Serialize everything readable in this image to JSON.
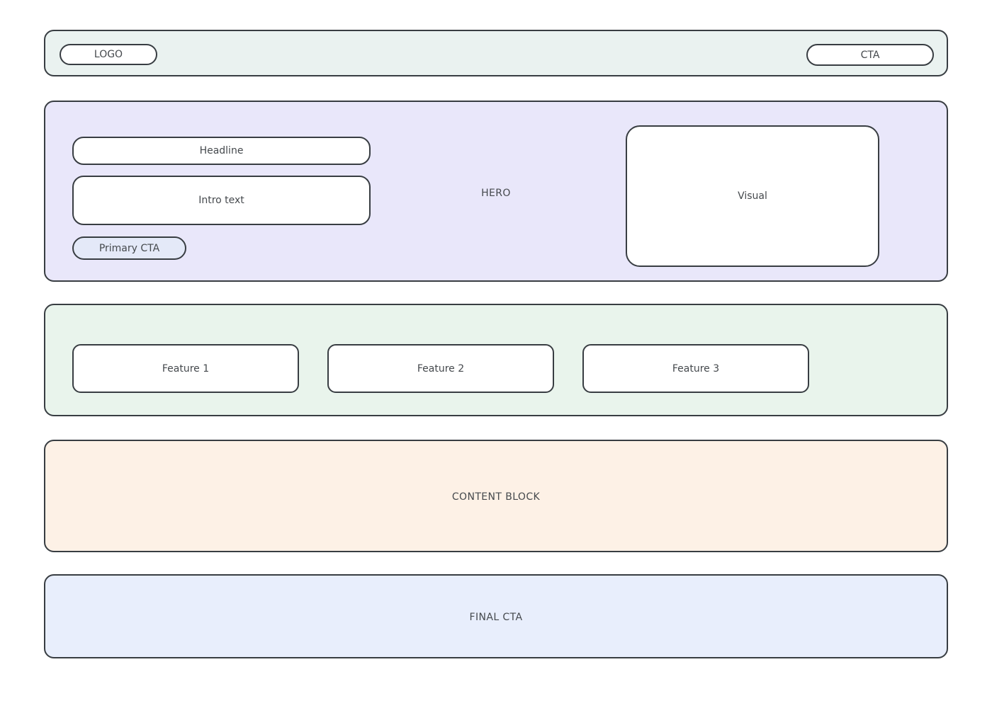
{
  "colors": {
    "page_bg": "#ffffff",
    "border": "#383d42",
    "text": "#45494d",
    "header_bg": "#eaf2f0",
    "hero_bg": "#e9e7fa",
    "primary_cta_bg": "#e4e9f8",
    "features_bg": "#e9f4ec",
    "content_block_bg": "#fdf1e6",
    "final_cta_bg": "#e8eefc",
    "placeholder_box_bg": "#ffffff"
  },
  "header": {
    "logo_label": "LOGO",
    "cta_label": "CTA"
  },
  "hero": {
    "section_label": "HERO",
    "headline_label": "Headline",
    "intro_label": "Intro text",
    "primary_cta_label": "Primary CTA",
    "visual_label": "Visual"
  },
  "features": {
    "items": [
      {
        "label": "Feature 1"
      },
      {
        "label": "Feature 2"
      },
      {
        "label": "Feature 3"
      }
    ]
  },
  "content_block": {
    "label": "CONTENT BLOCK"
  },
  "final_cta": {
    "label": "FINAL CTA"
  }
}
